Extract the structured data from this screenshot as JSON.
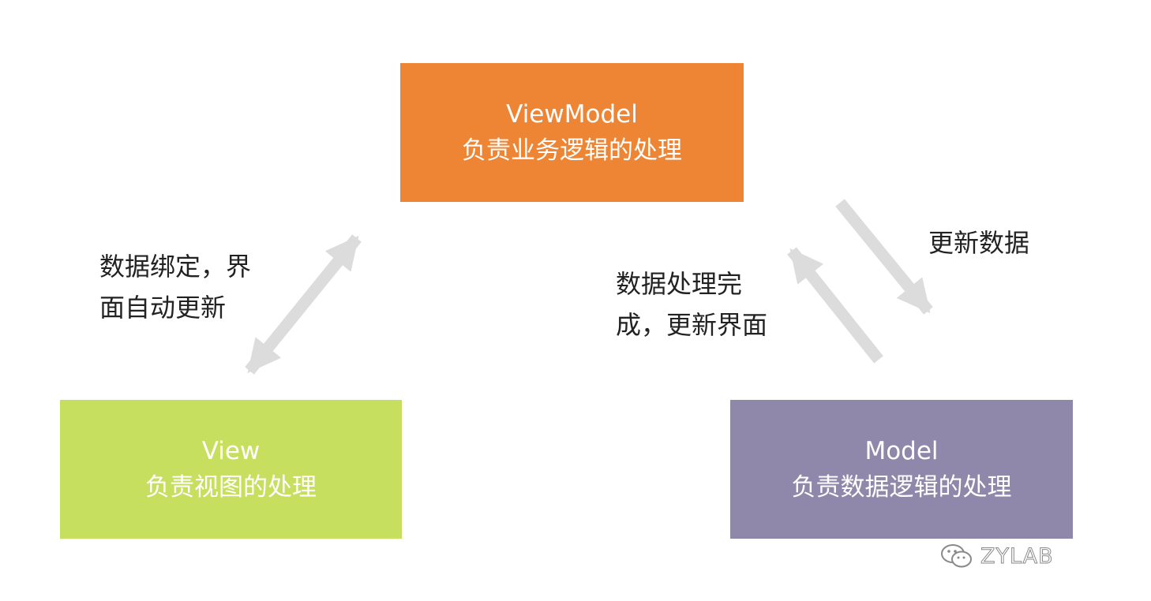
{
  "nodes": {
    "viewmodel": {
      "title": "ViewModel",
      "subtitle": "负责业务逻辑的处理",
      "color": "#ee8534"
    },
    "view": {
      "title": "View",
      "subtitle": "负责视图的处理",
      "color": "#c6df5e"
    },
    "model": {
      "title": "Model",
      "subtitle": "负责数据逻辑的处理",
      "color": "#8f88ab"
    }
  },
  "edges": {
    "view_viewmodel": {
      "line1": "数据绑定，界",
      "line2": "面自动更新"
    },
    "model_to_viewmodel": {
      "line1": "数据处理完",
      "line2": "成，更新界面"
    },
    "viewmodel_to_model": {
      "line1": "更新数据"
    }
  },
  "arrow_color": "#dcdcdc",
  "watermark": {
    "icon": "wechat-icon",
    "text": "ZYLAB"
  }
}
